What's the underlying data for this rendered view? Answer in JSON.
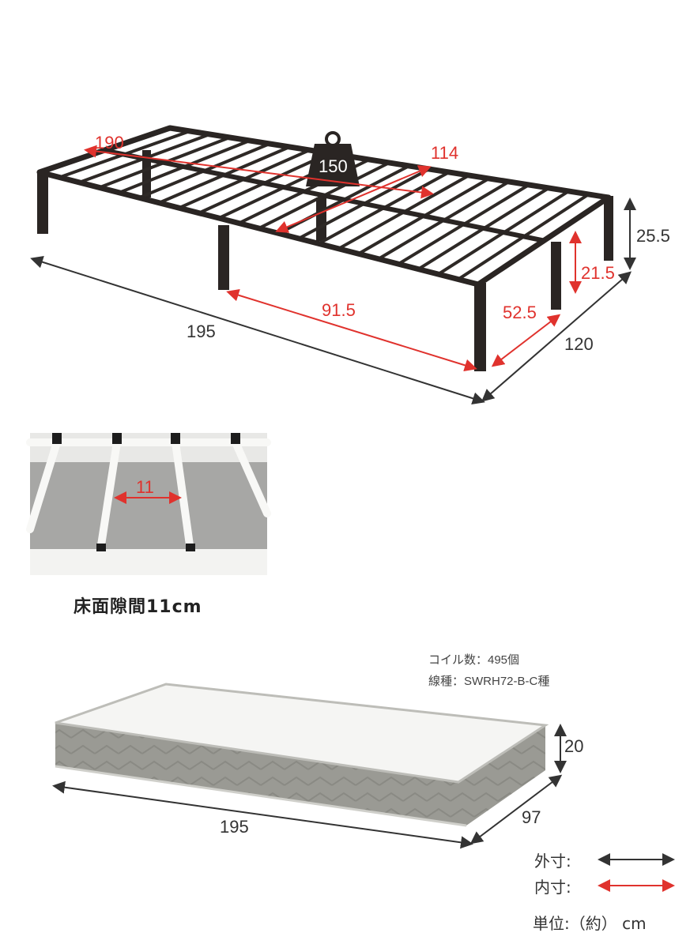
{
  "bed": {
    "dims": {
      "length_outer": "195",
      "width_outer": "120",
      "height_outer": "25.5",
      "length_inner": "190",
      "width_inner": "114",
      "under_length": "91.5",
      "under_width": "52.5",
      "under_height": "21.5"
    },
    "load_capacity": "150"
  },
  "gap_inset": {
    "gap": "11",
    "caption": "床面隙間11cm"
  },
  "mattress": {
    "coil_spec": "コイル数：495個",
    "wire_spec": "線種：SWRH72-B-C種",
    "dims": {
      "length": "195",
      "width": "97",
      "height": "20"
    }
  },
  "legend": {
    "outer_label": "外寸:",
    "inner_label": "内寸:",
    "unit": "単位:（約） cm",
    "outer_color": "#333333",
    "inner_color": "#e0322d"
  }
}
